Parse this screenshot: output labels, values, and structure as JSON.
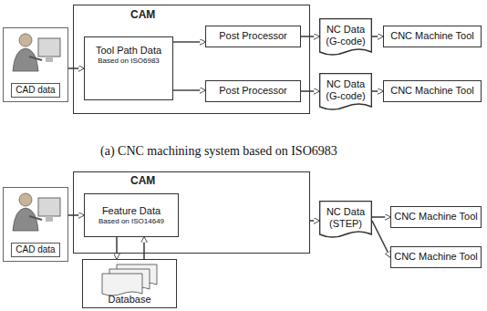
{
  "diagram": {
    "nodes": [
      {
        "text": [
          "CAD data"
        ]
      },
      {
        "text": [
          "CAM"
        ]
      },
      {
        "text": [
          "Tool Path Data",
          "Based on ISO6983"
        ],
        "in": 1
      },
      {
        "text": [
          "Post Processor"
        ],
        "in": 1
      },
      {
        "text": [
          "Post Processor"
        ],
        "in": 1
      },
      {
        "text": [
          "NC Data",
          "(G-code)"
        ]
      },
      {
        "text": [
          "NC Data",
          "(G-code)"
        ]
      },
      {
        "text": [
          "CNC Machine Tool"
        ]
      },
      {
        "text": [
          "CNC Machine Tool"
        ]
      },
      {
        "text": [
          "CAD data"
        ]
      },
      {
        "text": [
          "CAM"
        ]
      },
      {
        "text": [
          "Feature Data",
          "Based on ISO14649"
        ],
        "in": 10
      },
      {
        "text": [
          "Database"
        ]
      },
      {
        "text": [
          "NC Data",
          "(STEP)"
        ]
      },
      {
        "text": [
          "CNC Machine Tool"
        ]
      },
      {
        "text": [
          "CNC Machine Tool"
        ]
      }
    ],
    "edges": [
      {
        "from": 0,
        "to": 2,
        "arrow": "to"
      },
      {
        "from": 2,
        "to": 3,
        "arrow": "to"
      },
      {
        "from": 2,
        "to": 4,
        "arrow": "to"
      },
      {
        "from": 3,
        "to": 5,
        "arrow": "to"
      },
      {
        "from": 4,
        "to": 6,
        "arrow": "to"
      },
      {
        "from": 5,
        "to": 7,
        "arrow": "to"
      },
      {
        "from": 6,
        "to": 8,
        "arrow": "to"
      },
      {
        "from": 9,
        "to": 11,
        "arrow": "to"
      },
      {
        "from": 11,
        "to": 12,
        "arrow": "to"
      },
      {
        "from": 12,
        "to": 11,
        "arrow": "to"
      },
      {
        "from": 10,
        "to": 13,
        "arrow": "to"
      },
      {
        "from": 13,
        "to": 14,
        "arrow": "to"
      },
      {
        "from": 13,
        "to": 15,
        "arrow": "to"
      }
    ],
    "labels": [
      "(a) CNC machining system based on ISO6983"
    ]
  }
}
